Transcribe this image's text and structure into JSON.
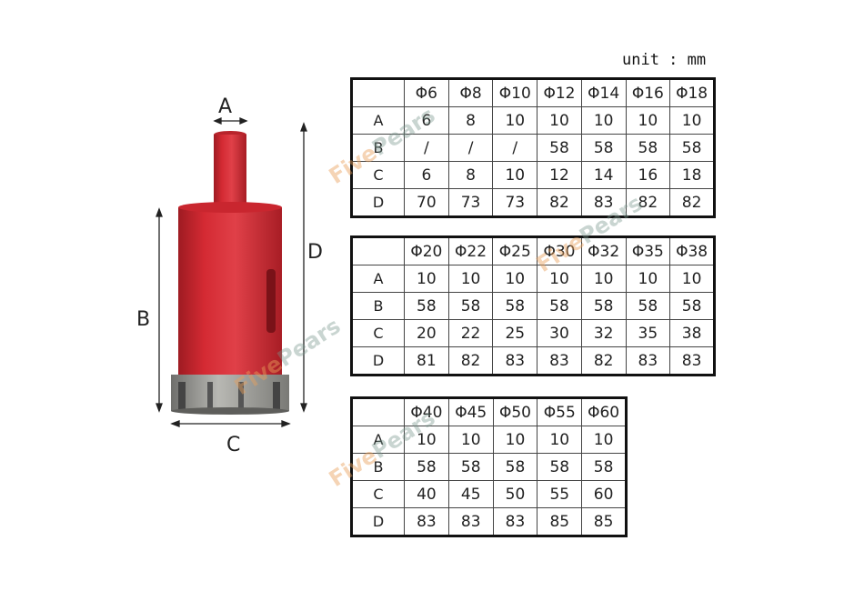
{
  "unit_label": "unit : mm",
  "dimension_labels": {
    "a": "A",
    "b": "B",
    "c": "C",
    "d": "D"
  },
  "watermark": {
    "part1": "Five",
    "part2": "Pears"
  },
  "colors": {
    "body_red": "#d42a33",
    "segment_gray": "#9a9a96",
    "border": "#111111"
  },
  "tables": [
    {
      "headers": [
        "",
        "Φ6",
        "Φ8",
        "Φ10",
        "Φ12",
        "Φ14",
        "Φ16",
        "Φ18"
      ],
      "rows": [
        [
          "A",
          "6",
          "8",
          "10",
          "10",
          "10",
          "10",
          "10"
        ],
        [
          "B",
          "/",
          "/",
          "/",
          "58",
          "58",
          "58",
          "58"
        ],
        [
          "C",
          "6",
          "8",
          "10",
          "12",
          "14",
          "16",
          "18"
        ],
        [
          "D",
          "70",
          "73",
          "73",
          "82",
          "83",
          "82",
          "82"
        ]
      ]
    },
    {
      "headers": [
        "",
        "Φ20",
        "Φ22",
        "Φ25",
        "Φ30",
        "Φ32",
        "Φ35",
        "Φ38"
      ],
      "rows": [
        [
          "A",
          "10",
          "10",
          "10",
          "10",
          "10",
          "10",
          "10"
        ],
        [
          "B",
          "58",
          "58",
          "58",
          "58",
          "58",
          "58",
          "58"
        ],
        [
          "C",
          "20",
          "22",
          "25",
          "30",
          "32",
          "35",
          "38"
        ],
        [
          "D",
          "81",
          "82",
          "83",
          "83",
          "82",
          "83",
          "83"
        ]
      ]
    },
    {
      "headers": [
        "",
        "Φ40",
        "Φ45",
        "Φ50",
        "Φ55",
        "Φ60"
      ],
      "rows": [
        [
          "A",
          "10",
          "10",
          "10",
          "10",
          "10"
        ],
        [
          "B",
          "58",
          "58",
          "58",
          "58",
          "58"
        ],
        [
          "C",
          "40",
          "45",
          "50",
          "55",
          "60"
        ],
        [
          "D",
          "83",
          "83",
          "83",
          "85",
          "85"
        ]
      ]
    }
  ]
}
